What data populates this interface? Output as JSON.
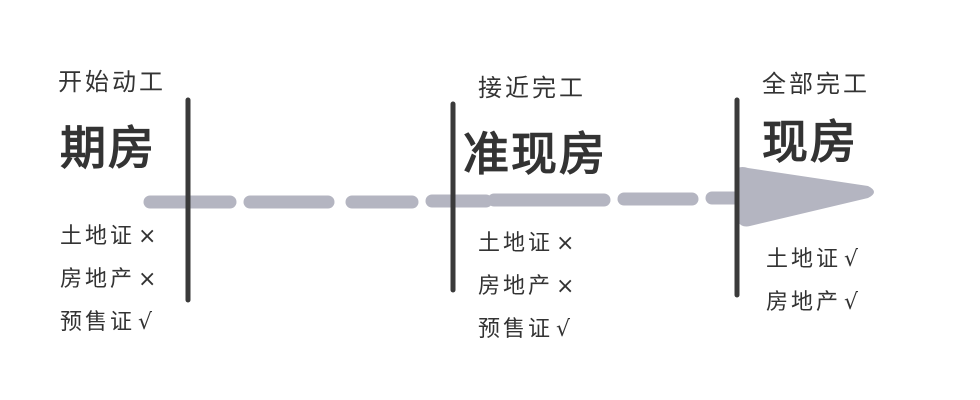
{
  "stages": [
    {
      "sub": "开始动工",
      "main": "期房",
      "certs": [
        {
          "name": "土地证",
          "mark": "×"
        },
        {
          "name": "房地产",
          "mark": "×"
        },
        {
          "name": "预售证",
          "mark": "√"
        }
      ]
    },
    {
      "sub": "接近完工",
      "main": "准现房",
      "certs": [
        {
          "name": "土地证",
          "mark": "×"
        },
        {
          "name": "房地产",
          "mark": "×"
        },
        {
          "name": "预售证",
          "mark": "√"
        }
      ]
    },
    {
      "sub": "全部完工",
      "main": "现房",
      "certs": [
        {
          "name": "土地证",
          "mark": "√"
        },
        {
          "name": "房地产",
          "mark": "√"
        }
      ]
    }
  ],
  "colors": {
    "text": "#333333",
    "divider": "#3a3a3a",
    "arrow": "#b4b5c1"
  }
}
